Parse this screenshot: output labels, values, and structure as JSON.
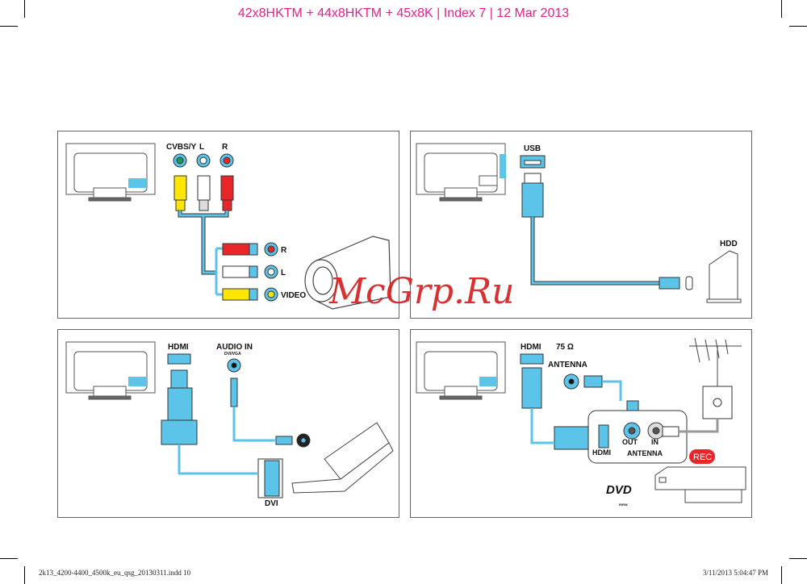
{
  "header": {
    "title": "42x8HKTM + 44x8HKTM + 45x8K | Index 7 | 12 Mar 2013"
  },
  "panels": {
    "composite": {
      "labels": {
        "cvbs": "CVBS/Y",
        "l": "L",
        "r": "R",
        "cam_r": "R",
        "cam_l": "L",
        "cam_video": "VIDEO"
      }
    },
    "usb": {
      "labels": {
        "usb": "USB",
        "hdd": "HDD"
      }
    },
    "dvi": {
      "labels": {
        "hdmi": "HDMI",
        "audio_in": "AUDIO IN",
        "audio_sub": "DVI/VGA",
        "dvi": "DVI"
      }
    },
    "recorder": {
      "labels": {
        "hdmi": "HDMI",
        "ohm": "75 Ω",
        "antenna": "ANTENNA",
        "out": "OUT",
        "in": "IN",
        "rec_hdmi": "HDMI",
        "rec_antenna": "ANTENNA",
        "rec": "REC",
        "dvd": "DVD",
        "dvd_sub": "R/RW"
      }
    }
  },
  "watermark": "McGrp.Ru",
  "footer": {
    "file": "2k13_4200-4400_4500k_eu_qsg_20130311.indd   10",
    "date": "3/11/2013   5:04:47 PM"
  },
  "colors": {
    "header": "#e6218a",
    "cable": "#5bc4e8",
    "yellow": "#ffe600",
    "red": "#e8262a",
    "watermark": "#d62020"
  }
}
